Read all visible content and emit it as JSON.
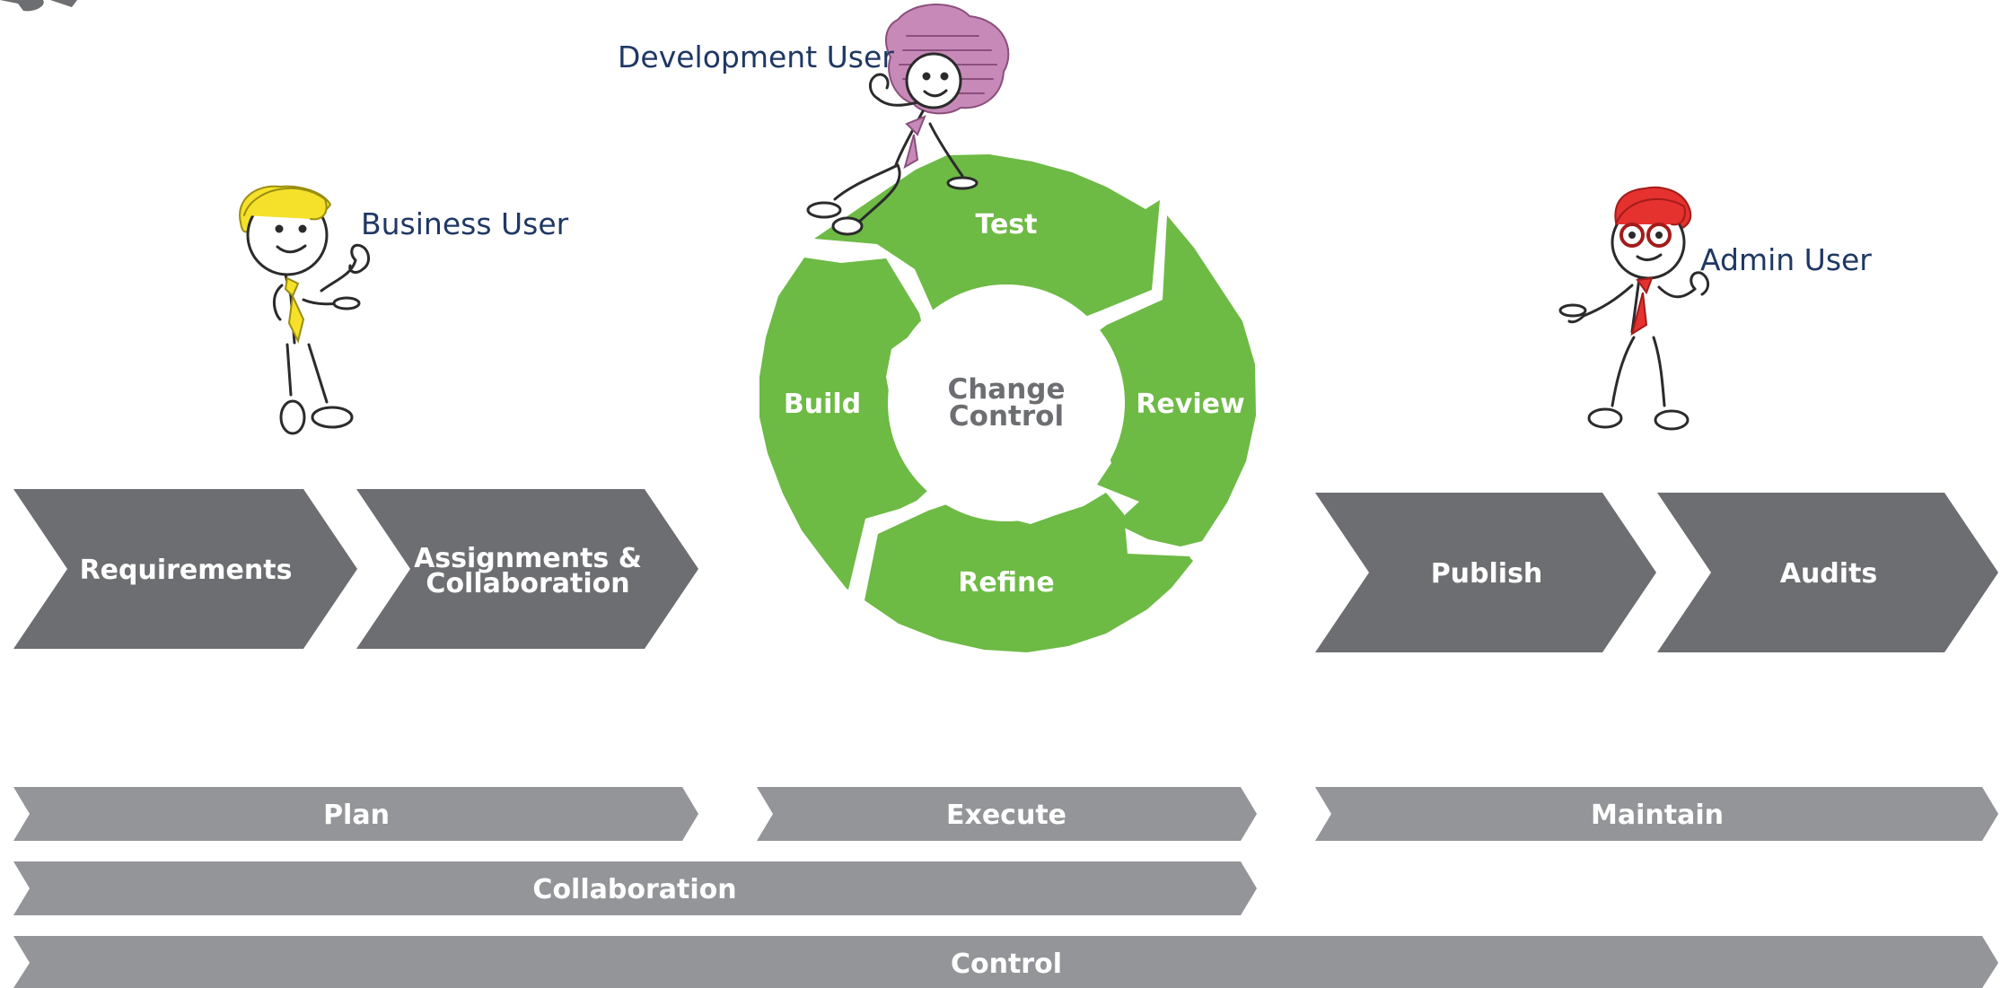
{
  "users": {
    "business": "Business User",
    "development": "Development User",
    "admin": "Admin User"
  },
  "steps": {
    "requirements": "Requirements",
    "assignments_line1": "Assignments &",
    "assignments_line2": "Collaboration",
    "publish": "Publish",
    "audits": "Audits"
  },
  "cycle": {
    "center_line1": "Change",
    "center_line2": "Control",
    "test": "Test",
    "review": "Review",
    "refine": "Refine",
    "build": "Build"
  },
  "phases": {
    "plan": "Plan",
    "execute": "Execute",
    "maintain": "Maintain",
    "collaboration": "Collaboration",
    "control": "Control"
  },
  "colors": {
    "dark_chevron": "#6d6e71",
    "light_band": "#939598",
    "cycle_green": "#6dba45",
    "user_label": "#1f3864"
  }
}
